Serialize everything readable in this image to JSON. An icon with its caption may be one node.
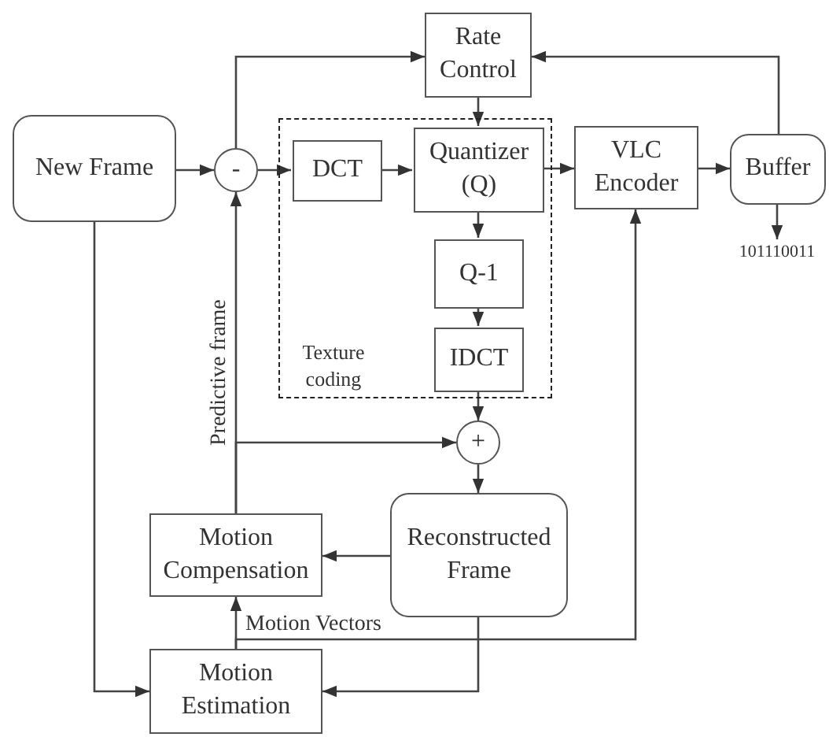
{
  "diagram": {
    "nodes": [
      {
        "text": [
          "Rate Control"
        ]
      },
      {
        "text": [
          "New Frame"
        ]
      },
      {
        "text": [
          "-"
        ]
      },
      {
        "text": [
          "Texture coding"
        ]
      },
      {
        "text": [
          "DCT"
        ],
        "in": 3
      },
      {
        "text": [
          "Quantizer (Q)"
        ],
        "in": 3
      },
      {
        "text": [
          "VLC Encoder"
        ]
      },
      {
        "text": [
          "Buffer"
        ]
      },
      {
        "text": [
          "Q-1"
        ],
        "in": 3
      },
      {
        "text": [
          "101110011"
        ]
      },
      {
        "text": [
          "IDCT"
        ],
        "in": 3
      },
      {
        "text": [
          "+"
        ]
      },
      {
        "text": [
          "Motion Compensation"
        ]
      },
      {
        "text": [
          "Reconstructed Frame"
        ]
      },
      {
        "text": [
          "Motion Estimation"
        ]
      }
    ],
    "edges": [
      {
        "from": 1,
        "to": 2,
        "arrow": "to"
      },
      {
        "from": 2,
        "to": 0,
        "arrow": "to"
      },
      {
        "from": 2,
        "to": 4,
        "arrow": "to"
      },
      {
        "from": 0,
        "to": 5,
        "arrow": "to"
      },
      {
        "from": 4,
        "to": 5,
        "arrow": "to"
      },
      {
        "from": 5,
        "to": 6,
        "arrow": "to"
      },
      {
        "from": 5,
        "to": 8,
        "arrow": "to"
      },
      {
        "from": 8,
        "to": 10,
        "arrow": "to"
      },
      {
        "from": 10,
        "to": 11,
        "arrow": "to"
      },
      {
        "from": 6,
        "to": 7,
        "arrow": "to"
      },
      {
        "from": 7,
        "to": 0,
        "arrow": "to"
      },
      {
        "from": 7,
        "to": 9,
        "arrow": "to"
      },
      {
        "from": 11,
        "to": 13,
        "arrow": "to"
      },
      {
        "from": 12,
        "to": 2,
        "arrow": "to",
        "label": "Predictive frame"
      },
      {
        "from": 12,
        "to": 11,
        "arrow": "to"
      },
      {
        "from": 13,
        "to": 12,
        "arrow": "to"
      },
      {
        "from": 13,
        "to": 14,
        "arrow": "to"
      },
      {
        "from": 1,
        "to": 14,
        "arrow": "to"
      },
      {
        "from": 14,
        "to": 12,
        "arrow": "to"
      },
      {
        "from": 14,
        "to": 6,
        "arrow": "to",
        "label": "Motion Vectors"
      }
    ]
  }
}
